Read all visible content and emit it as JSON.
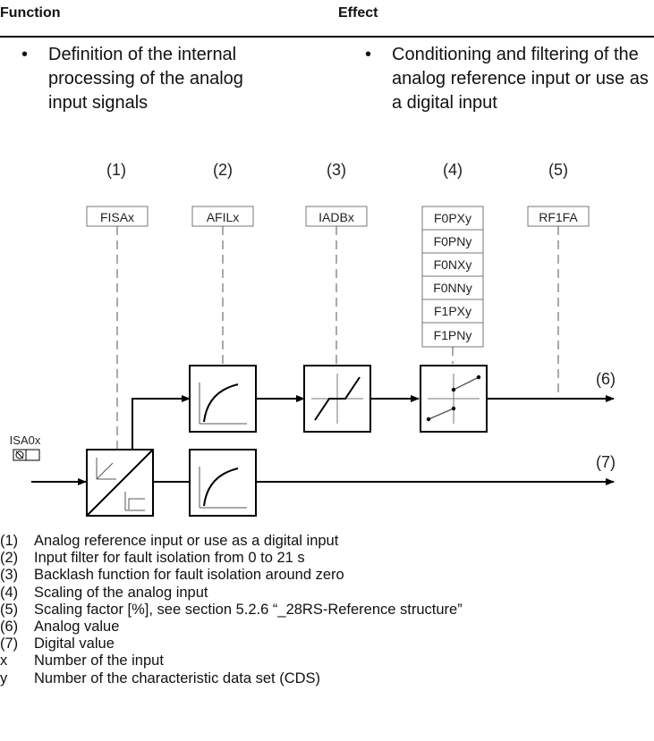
{
  "header": {
    "function_label": "Function",
    "effect_label": "Effect"
  },
  "bullets": {
    "function_text": "Definition of the internal processing of the analog input signals",
    "effect_text": "Conditioning and filtering of the analog reference input or use as a digital input"
  },
  "diagram": {
    "stage_numbers": [
      "(1)",
      "(2)",
      "(3)",
      "(4)",
      "(5)"
    ],
    "parameters": {
      "fisa": "FISAx",
      "afil": "AFILx",
      "iadb": "IADBx",
      "f0px": "F0PXy",
      "f0pn": "F0PNy",
      "f0nx": "F0NXy",
      "f0nn": "F0NNy",
      "f1px": "F1PXy",
      "f1pn": "F1PNy",
      "rf1fa": "RF1FA"
    },
    "input_label": "ISA0x",
    "output_analog": "(6)",
    "output_digital": "(7)"
  },
  "legend": [
    {
      "key": "(1)",
      "text": "Analog reference input or use as a digital input"
    },
    {
      "key": "(2)",
      "text": "Input filter for fault isolation from 0 to 21 s"
    },
    {
      "key": "(3)",
      "text": "Backlash function for fault isolation around zero"
    },
    {
      "key": "(4)",
      "text": "Scaling of the analog input"
    },
    {
      "key": "(5)",
      "text": "Scaling factor [%], see section 5.2.6 “_28RS-Reference structure”"
    },
    {
      "key": "(6)",
      "text": "Analog value"
    },
    {
      "key": "(7)",
      "text": "Digital value"
    },
    {
      "key": "x",
      "text": "Number of the input"
    },
    {
      "key": "y",
      "text": "Number of the characteristic data set (CDS)"
    }
  ]
}
